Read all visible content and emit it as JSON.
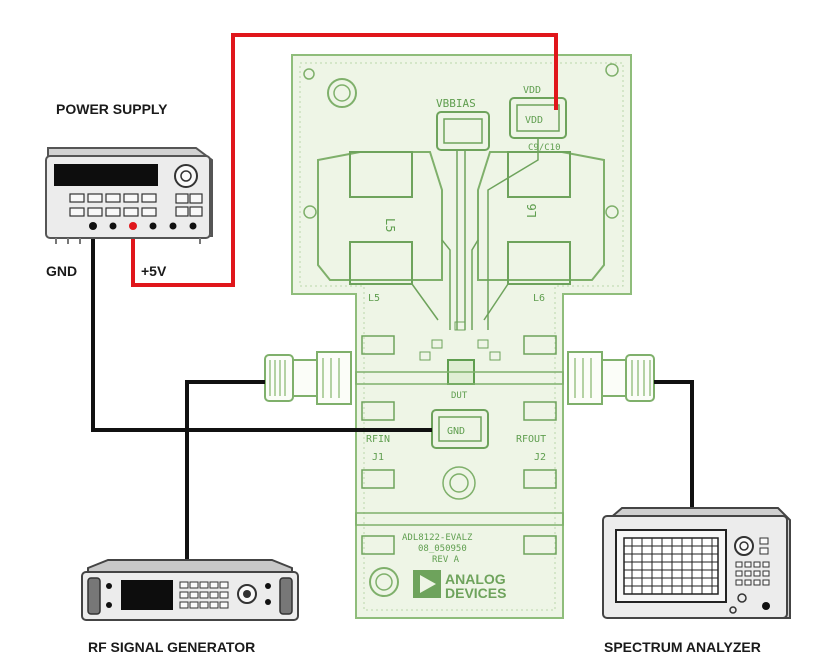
{
  "labels": {
    "power_supply": "POWER SUPPLY",
    "gnd": "GND",
    "plus5v": "+5V",
    "rf_signal_generator": "RF SIGNAL GENERATOR",
    "spectrum_analyzer": "SPECTRUM ANALYZER"
  },
  "board": {
    "pad_vbias": "VBBIAS",
    "pad_vdd_top": "VDD",
    "pad_vdd_inner": "VDD",
    "cap_c9": "C9/C10",
    "inductor_left": "L5",
    "inductor_right": "L6",
    "inductor_left_label": "L5",
    "inductor_right_label": "L6",
    "dut": "DUT",
    "gnd_pad": "GND",
    "rfin": "RFIN",
    "rfout": "RFOUT",
    "j1": "J1",
    "j2": "J2",
    "board_id": "ADL8122-EVALZ",
    "board_number": "08_050950",
    "board_rev": "REV A",
    "brand_line1": "ANALOG",
    "brand_line2": "DEVICES"
  },
  "colors": {
    "power_wire": "#e0161b",
    "ground_wire": "#111111",
    "pcb_fill": "#eaf2df",
    "pcb_line": "#7fb06b",
    "instrument_body": "#e6e6e6"
  }
}
